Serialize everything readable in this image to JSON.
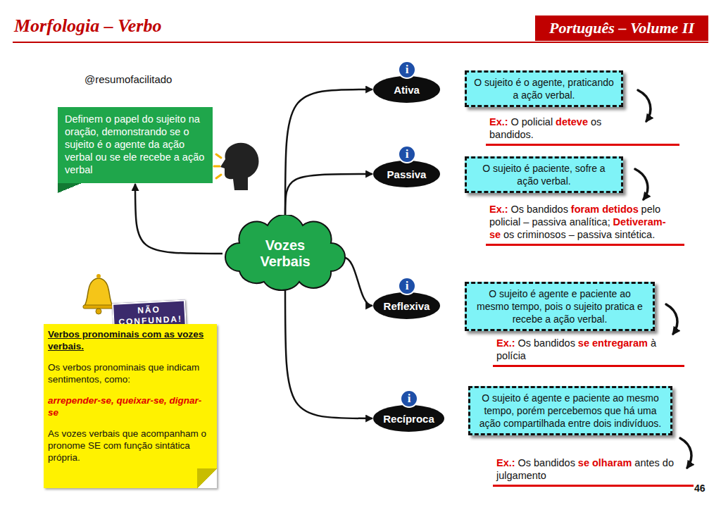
{
  "diagram": {
    "title": "Morfologia – Verbo",
    "nodes": [
      {
        "text": [
          "Português – Volume II"
        ]
      },
      {
        "text": [
          "Definem o papel do sujeito na oração, demonstrando se o sujeito é o agente da ação verbal ou se ele recebe a ação verbal"
        ]
      },
      {
        "text": [
          "Vozes Verbais"
        ]
      },
      {
        "text": [
          "Ativa"
        ]
      },
      {
        "text": [
          "O sujeito é o agente, praticando a ação verbal."
        ]
      },
      {
        "text": [
          "Passiva"
        ]
      },
      {
        "text": [
          "O sujeito é paciente, sofre a ação verbal."
        ]
      },
      {
        "text": [
          "Reflexiva"
        ]
      },
      {
        "text": [
          "O sujeito é agente e paciente ao mesmo tempo, pois o sujeito pratica e recebe a ação verbal."
        ]
      },
      {
        "text": [
          "Recíproca"
        ]
      },
      {
        "text": [
          "O sujeito é agente e paciente ao mesmo tempo, porém percebemos que há uma ação compartilhada entre dois indivíduos."
        ]
      },
      {
        "text": [
          "NÃO CONFUNDA!"
        ]
      },
      {
        "text": [
          "Verbos pronominais com as vozes verbais.",
          "Os verbos pronominais que indicam sentimentos, como:",
          "arrepender-se, queixar-se, dignar-se",
          "As vozes verbais que acompanham o pronome SE com função sintática própria."
        ]
      }
    ],
    "edges": [
      {
        "from": 2,
        "to": 1,
        "arrow": "to"
      },
      {
        "from": 2,
        "to": 3,
        "arrow": "to"
      },
      {
        "from": 2,
        "to": 5,
        "arrow": "to"
      },
      {
        "from": 2,
        "to": 7,
        "arrow": "to"
      },
      {
        "from": 2,
        "to": 9,
        "arrow": "to"
      }
    ],
    "labels": [
      "@resumofacilitado",
      "i",
      "i",
      "i",
      "i",
      "Ex.:",
      "O policial",
      "deteve",
      "os bandidos.",
      "Ex.:",
      "Os bandidos",
      "foram detidos",
      "pelo policial – passiva analítica;",
      "Detiveram-se",
      "os criminosos – passiva sintética.",
      "Ex.:",
      "Os bandidos",
      "se entregaram",
      "à polícia",
      "Ex.:",
      "Os bandidos",
      "se olharam",
      "antes do julgamento",
      "46"
    ]
  }
}
